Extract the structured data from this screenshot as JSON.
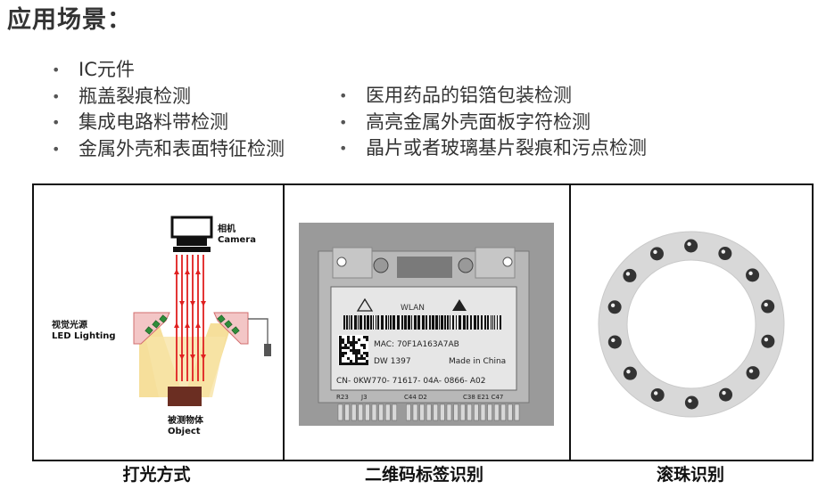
{
  "page_title": "应用场景：",
  "bullets_left": [
    "IC元件",
    "瓶盖裂痕检测",
    "集成电路料带检测",
    "金属外壳和表面特征检测"
  ],
  "bullets_right": [
    "医用药品的铝箔包装检测",
    "高亮金属外壳面板字符检测",
    "晶片或者玻璃基片裂痕和污点检测"
  ],
  "diagram": {
    "camera_cn": "相机",
    "camera_en": "Camera",
    "light_cn": "视觉光源",
    "light_en": "LED Lighting",
    "object_cn": "被测物体",
    "object_en": "Object"
  },
  "card": {
    "wlan": "WLAN",
    "mac": "MAC: 70F1A163A7AB",
    "dw": "DW 1397",
    "made": "Made in China",
    "cn": "CN- 0KW770- 71617- 04A- 0866- A02",
    "r23": "R23",
    "j3": "J3",
    "c44": "C44 D2",
    "c38": "C38 E21 C47"
  },
  "captions": [
    "打光方式",
    "二维码标签识别",
    "滚珠识别"
  ],
  "colors": {
    "lighting_beam": "#f5d98a",
    "ray": "#e02020",
    "object": "#6b2e22",
    "panel_border": "#111111"
  }
}
